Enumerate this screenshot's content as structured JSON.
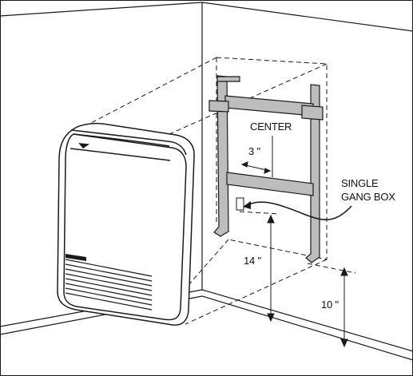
{
  "labels": {
    "center": "CENTER",
    "offset_3in": "3 \"",
    "single": "SINGLE",
    "gang_box": "GANG BOX",
    "height_14in": "14 \"",
    "height_10in": "10 \""
  },
  "colors": {
    "line": "#1a1a1a",
    "bracket_fill": "#bdbdbd",
    "heater_fill": "#ffffff",
    "background": "#ffffff"
  },
  "icons": [
    "mounting-bracket-icon",
    "wall-heater-icon",
    "junction-box-icon"
  ]
}
